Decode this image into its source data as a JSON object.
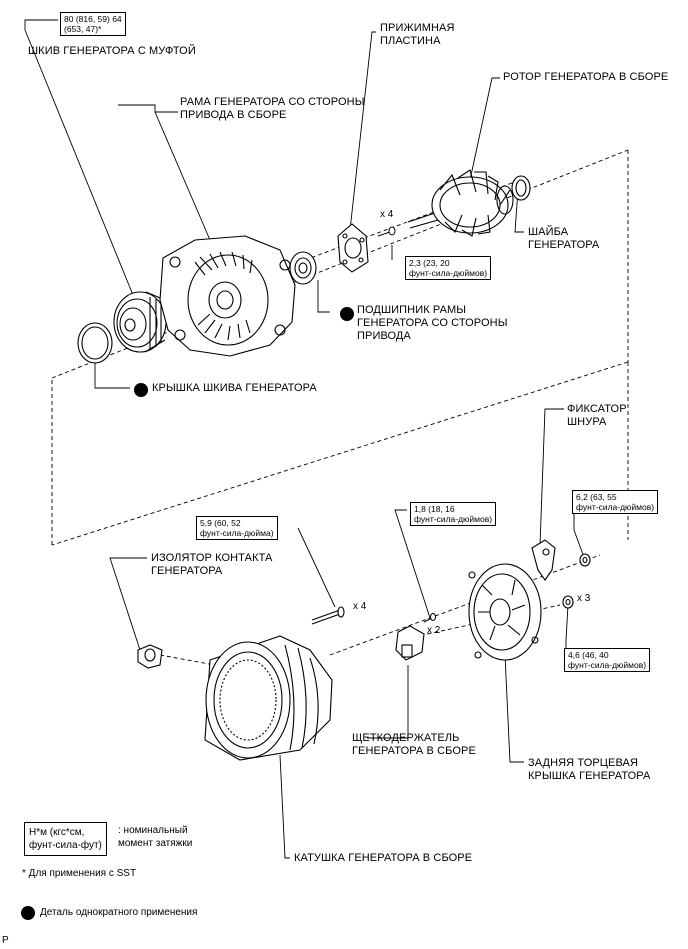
{
  "labels": {
    "pulley": "ШКИВ ГЕНЕРАТОРА С МУФТОЙ",
    "drive_frame": "РАМА ГЕНЕРАТОРА СО СТОРОНЫ\nПРИВОДА В СБОРЕ",
    "retainer_plate": "ПРИЖИМНАЯ\nПЛАСТИНА",
    "rotor": "РОТОР ГЕНЕРАТОРА В СБОРЕ",
    "washer": "ШАЙБА\nГЕНЕРАТОРА",
    "bearing": "ПОДШИПНИК РАМЫ\nГЕНЕРАТОРА СО СТОРОНЫ\nПРИВОДА",
    "pulley_cap": "КРЫШКА ШКИВА ГЕНЕРАТОРА",
    "cord_clip": "ФИКСАТОР\nШНУРА",
    "terminal_insulator": "ИЗОЛЯТОР КОНТАКТА\nГЕНЕРАТОРА",
    "brush_holder": "ЩЕТКОДЕРЖАТЕЛЬ\nГЕНЕРАТОРА В СБОРЕ",
    "rear_cover": "ЗАДНЯЯ ТОРЦЕВАЯ\nКРЫШКА ГЕНЕРАТОРА",
    "coil": "КАТУШКА ГЕНЕРАТОРА В СБОРЕ"
  },
  "torques": {
    "pulley": "80 (816, 59) 64\n(653, 47)*",
    "retainer_screw": "2,3 (23, 20\nфунт-сила-дюймов)",
    "brush_screw": "1,8 (18, 16\nфунт-сила-дюймов)",
    "cord_nut": "6,2 (63, 55\nфунт-сила-дюймов)",
    "coil_bolt": "5,9 (60, 52\nфунт-сила-дюйма)",
    "rear_nut": "4,6 (46, 40\nфунт-сила-дюймов)"
  },
  "quantities": {
    "retainer_screw": "x 4",
    "coil_bolt": "x 4",
    "brush_screw": "x 2",
    "rear_nut": "x 3"
  },
  "legend": {
    "unit_box": "Н*м (кгс*см,\nфунт-сила-фут)",
    "unit_desc": ": номинальный\nмомент затяжки",
    "sst_note": "* Для применения с SST",
    "non_reusable": "Деталь однократного применения",
    "page_code": "P"
  }
}
